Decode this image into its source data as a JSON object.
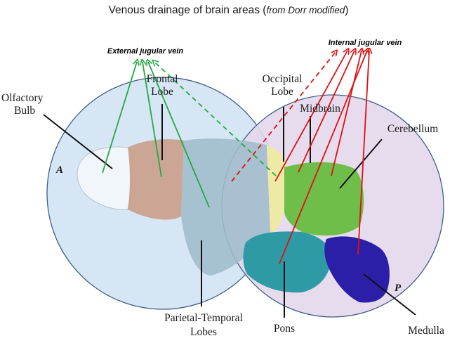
{
  "title": {
    "main": "Venous drainage of brain areas (",
    "source": "from Dorr modified",
    "close": ")"
  },
  "veins": {
    "external": "External jugular vein",
    "internal": "Internal jugular vein"
  },
  "labels": {
    "olfactory_1": "Olfactory",
    "olfactory_2": "Bulb",
    "frontal_1": "Frontal",
    "frontal_2": "Lobe",
    "occipital_1": "Occipital",
    "occipital_2": "Lobe",
    "midbrain": "Midbrain",
    "cerebellum": "Cerebellum",
    "parietal_1": "Parietal-Temporal",
    "parietal_2": "Lobes",
    "pons": "Pons",
    "medulla": "Medulla",
    "anterior": "A",
    "posterior": "P"
  },
  "colors": {
    "external_arrows": "#22aa44",
    "internal_arrows": "#e01010",
    "anterior_circle": "#d6e6f4",
    "posterior_circle": "#e4d7ec",
    "frontal": "#c99a82",
    "parietal": "#9fbccb",
    "occipital": "#eeeaa6",
    "cerebellum": "#6fbe4a",
    "pons": "#2e9aa6",
    "medulla": "#2a1fa6"
  }
}
